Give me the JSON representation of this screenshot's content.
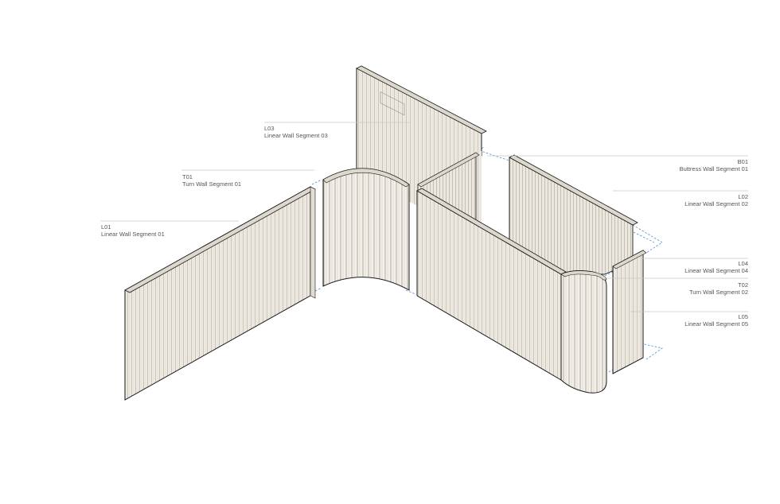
{
  "diagram": {
    "colors": {
      "panel_fill": "#efebe3",
      "panel_shade": "#e2ddd3",
      "rib_line": "#b9b3a8",
      "edge_line": "#1a1a1a",
      "leader_line": "#c8c8c8",
      "dashed_guide": "#4a8fd6",
      "label_text": "#555555"
    },
    "labels": [
      {
        "id": "L01",
        "name": "Linear Wall Segment 01"
      },
      {
        "id": "T01",
        "name": "Turn Wall Segment 01"
      },
      {
        "id": "L03",
        "name": "Linear Wall Segment 03"
      },
      {
        "id": "B01",
        "name": "Buttress Wall Segment 01"
      },
      {
        "id": "L02",
        "name": "Linear Wall Segment 02"
      },
      {
        "id": "L04",
        "name": "Linear Wall Segment 04"
      },
      {
        "id": "T02",
        "name": "Turn Wall Segment 02"
      },
      {
        "id": "L05",
        "name": "Linear Wall Segment 05"
      }
    ]
  }
}
